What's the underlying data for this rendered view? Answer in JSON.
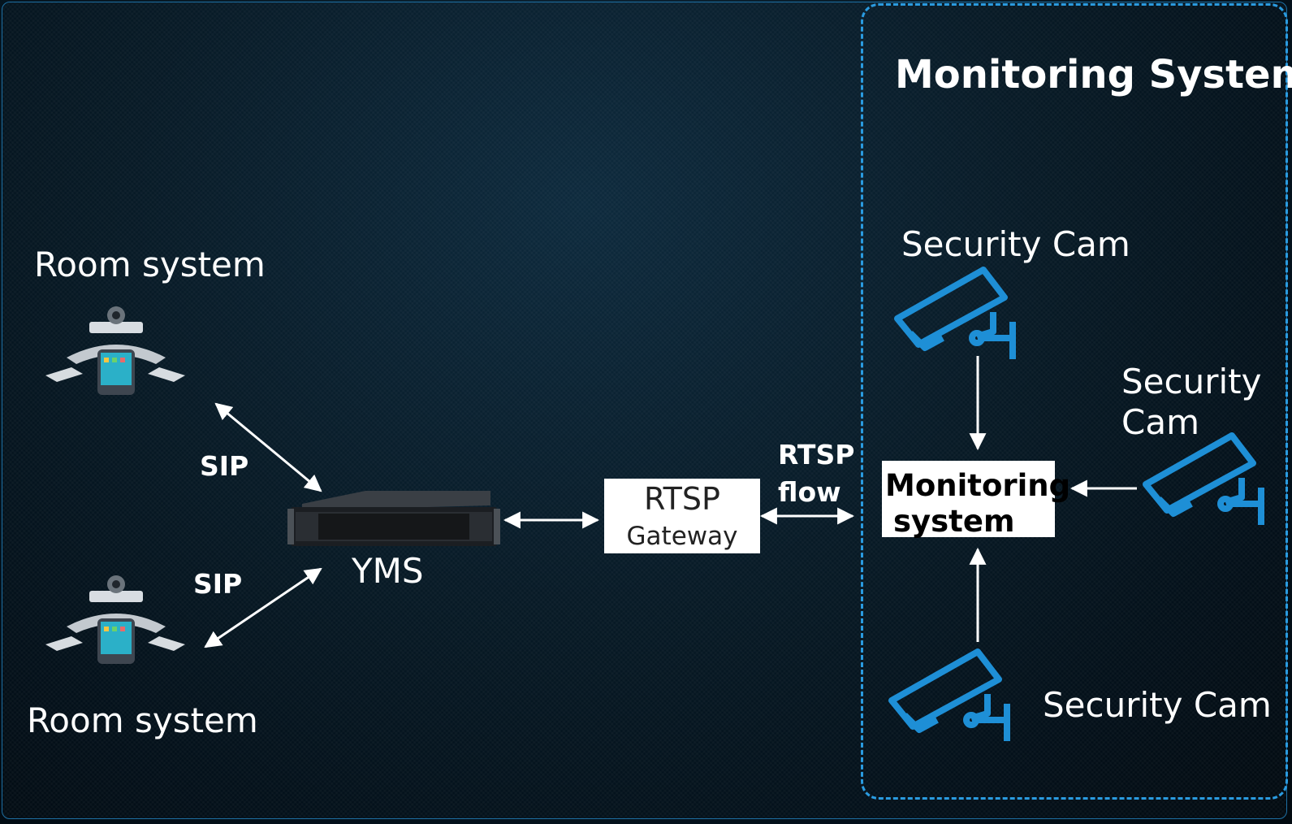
{
  "title": "Monitoring System",
  "room_system_top": "Room system",
  "room_system_bottom": "Room system",
  "sip_top": "SIP",
  "sip_bottom": "SIP",
  "yms": "YMS",
  "gateway": {
    "line1": "RTSP",
    "line2": "Gateway"
  },
  "rtsp_flow": {
    "line1": "RTSP",
    "line2": "flow"
  },
  "monitoring_box": {
    "line1": "Monitoring",
    "line2": "system"
  },
  "security_cam_top": "Security Cam",
  "security_cam_right": "Security Cam",
  "security_cam_bottom": "Security Cam",
  "colors": {
    "accent": "#2a9be0",
    "cam_blue": "#1e8fd6",
    "arrow": "#ffffff"
  }
}
